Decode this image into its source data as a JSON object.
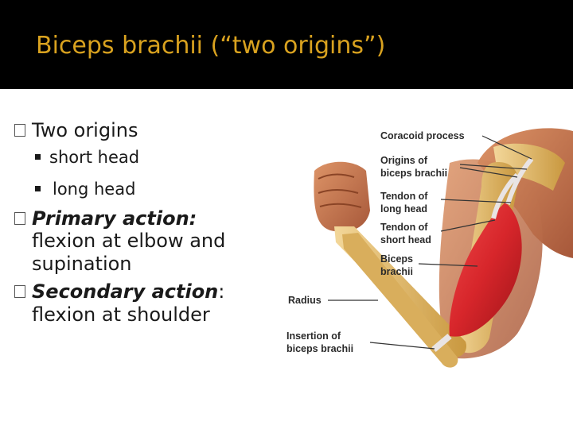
{
  "slide": {
    "title": "Biceps brachii (“two origins”)",
    "bullets": [
      {
        "text": "Two origins",
        "sub": [
          "short head",
          "long head"
        ]
      },
      {
        "label": "Primary action:",
        "rest": "",
        "cont": "flexion at elbow and supination"
      },
      {
        "label": "Secondary action",
        "rest": ":",
        "cont": "flexion at shoulder"
      }
    ]
  },
  "figure": {
    "labels": {
      "coracoid": "Coracoid process",
      "origins_1": "Origins of",
      "origins_2": "biceps brachii",
      "tendon_long_1": "Tendon of",
      "tendon_long_2": "long head",
      "tendon_short_1": "Tendon of",
      "tendon_short_2": "short head",
      "biceps_1": "Biceps",
      "biceps_2": "brachii",
      "radius": "Radius",
      "insertion_1": "Insertion of",
      "insertion_2": "biceps brachii"
    },
    "colors": {
      "bone": "#e6c07a",
      "muscle": "#d7262b",
      "skin": "#c8764b",
      "title": "#d9a21f"
    }
  }
}
